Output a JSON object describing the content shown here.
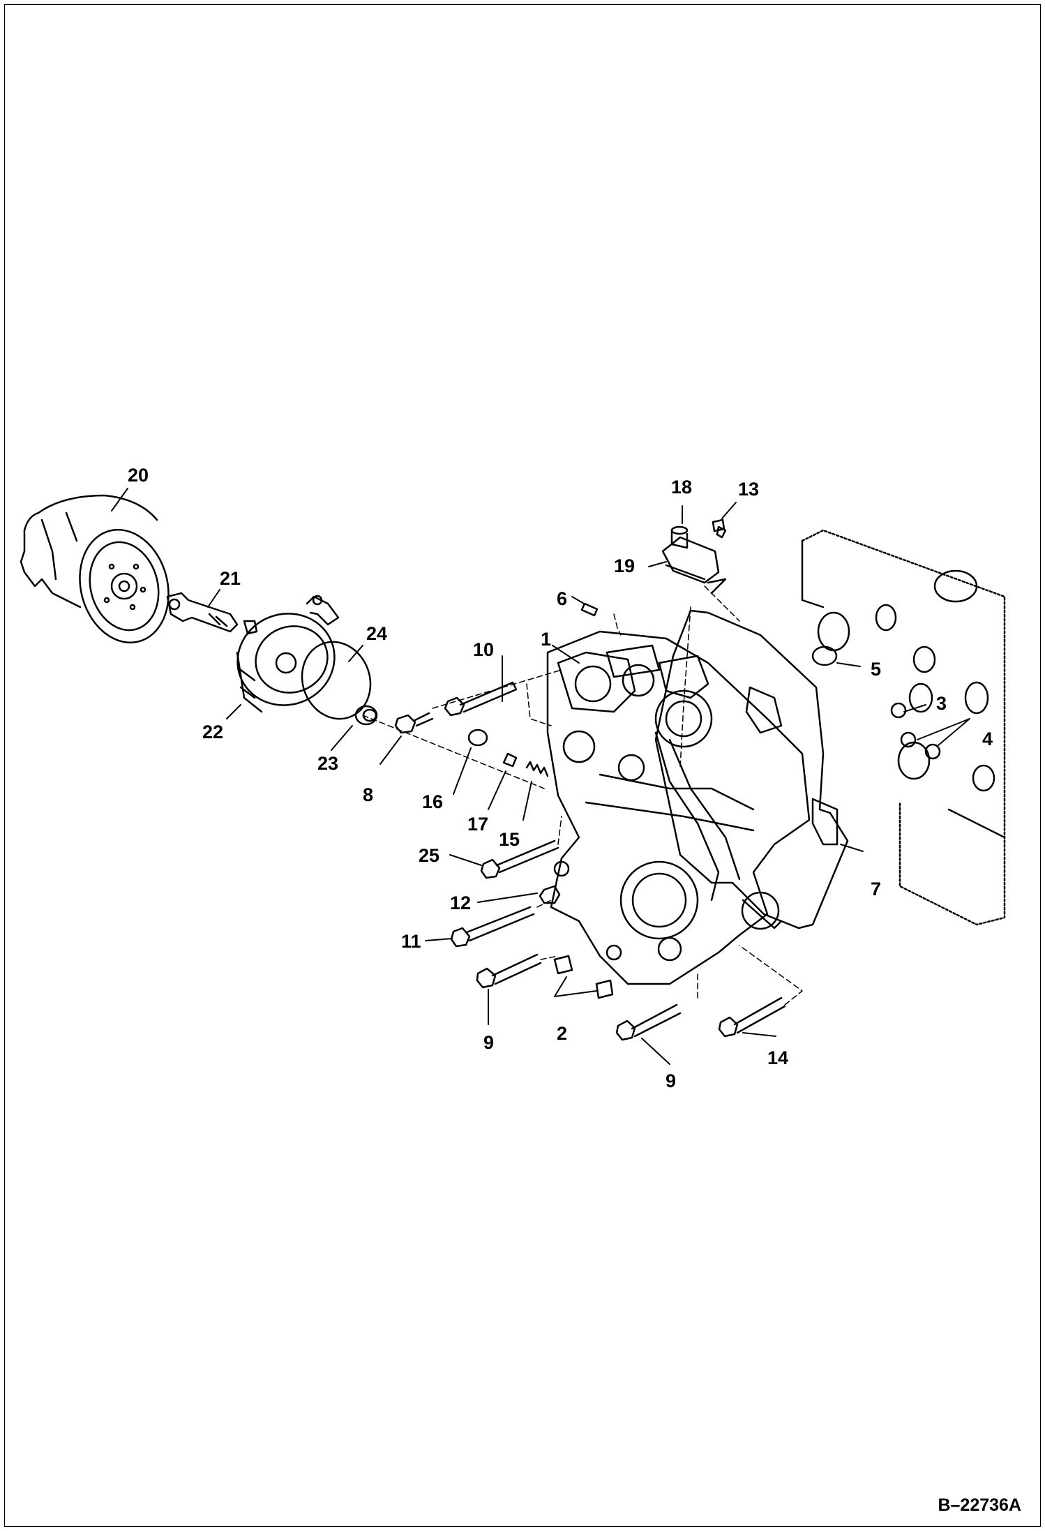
{
  "drawing_number": "B–22736A",
  "callouts": {
    "c1": "1",
    "c2": "2",
    "c3": "3",
    "c4": "4",
    "c5": "5",
    "c6": "6",
    "c7": "7",
    "c8": "8",
    "c9a": "9",
    "c9b": "9",
    "c10": "10",
    "c11": "11",
    "c12": "12",
    "c13": "13",
    "c14": "14",
    "c15": "15",
    "c16": "16",
    "c17": "17",
    "c18": "18",
    "c19": "19",
    "c20": "20",
    "c21": "21",
    "c22": "22",
    "c23": "23",
    "c24": "24",
    "c25": "25"
  }
}
